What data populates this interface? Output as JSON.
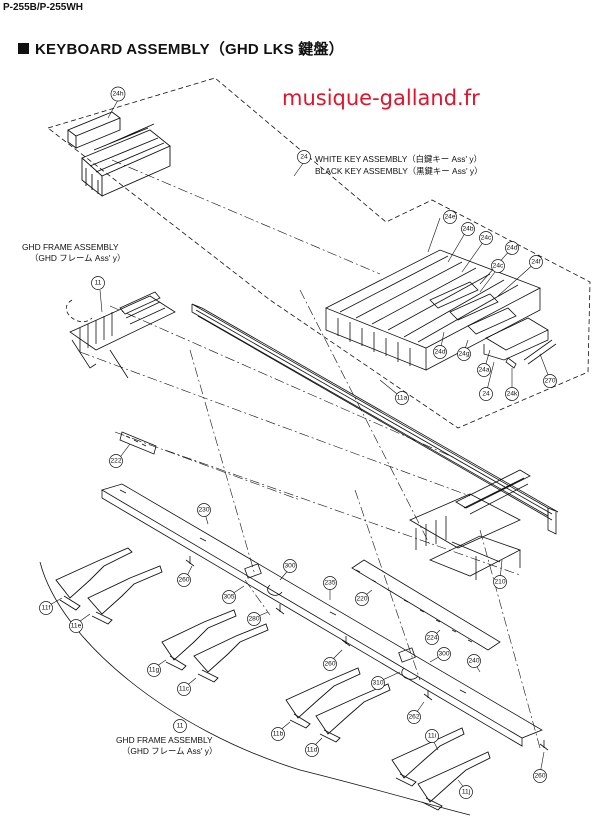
{
  "header": {
    "model": "P-255B/P-255WH",
    "title": "KEYBOARD ASSEMBLY（GHD LKS 鍵盤）"
  },
  "watermark": "musique-galland.fr",
  "assembly_labels": {
    "key_ref": "24",
    "white_key": "WHITE KEY ASSEMBLY（白鍵キー Ass' y）",
    "black_key": "BLACK KEY ASSEMBLY（黒鍵キー Ass' y）",
    "frame_top_line1": "GHD FRAME ASSEMBLY",
    "frame_top_line2": "（GHD フレーム Ass' y）",
    "frame_bottom_line1": "GHD FRAME ASSEMBLY",
    "frame_bottom_line2": "（GHD フレーム Ass' y）"
  },
  "callouts": {
    "c24h": "24h",
    "c24": "24",
    "c24e": "24e",
    "c24b": "24b",
    "c24c": "24c",
    "c24d": "24d",
    "c24f": "24f",
    "c24c2": "24c",
    "c24d2": "24d",
    "c24g": "24g",
    "c24a": "24a",
    "c24k": "24k",
    "c270": "270",
    "c11": "11",
    "c11a": "11a",
    "c222": "222",
    "c230": "230",
    "c260a": "260",
    "c300a": "300",
    "c305": "305",
    "c235": "235",
    "c280": "280",
    "c220": "220",
    "c224": "224",
    "c260b": "260",
    "c300b": "300",
    "c310": "310",
    "c240": "240",
    "c262": "262",
    "c210": "210",
    "c260c": "260",
    "c11f": "11f",
    "c11e": "11e",
    "c11g": "11g",
    "c11c": "11c",
    "c11b": "11b",
    "c11d": "11d",
    "c11i": "11i",
    "c11j": "11j",
    "c11bot": "11"
  }
}
